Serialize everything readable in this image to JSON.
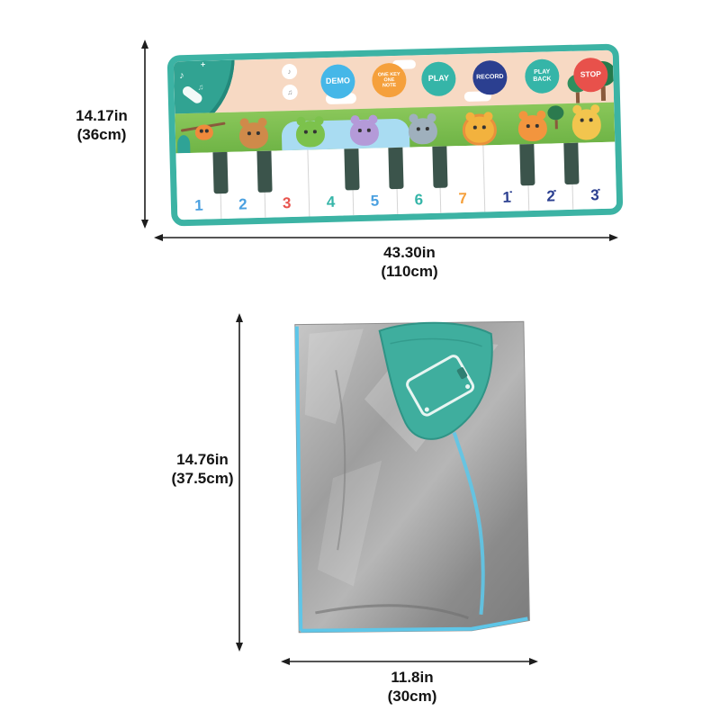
{
  "labels": {
    "mat_height_in": "14.17in",
    "mat_height_cm": "(36cm)",
    "mat_width_in": "43.30in",
    "mat_width_cm": "(110cm)",
    "pack_height_in": "14.76in",
    "pack_height_cm": "(37.5cm)",
    "pack_width_in": "11.8in",
    "pack_width_cm": "(30cm)"
  },
  "mat": {
    "border_color": "#3cb3a4",
    "top_bg": "#f7d9c3",
    "mid_bg": "#7dbf4e",
    "volume_plus": "+",
    "note_icon_1": "♪",
    "note_icon_2": "♫",
    "mini_icon_1": "♪",
    "mini_icon_2": "♫",
    "buttons": [
      {
        "label": "DEMO",
        "color": "#45b7e8"
      },
      {
        "label": "ONE KEY ONE NOTE",
        "color": "#f5a03c"
      },
      {
        "label": "PLAY",
        "color": "#35b5a8"
      },
      {
        "label": "RECORD",
        "color": "#2b3f90"
      },
      {
        "label": "PLAY BACK",
        "color": "#35b5a8"
      },
      {
        "label": "STOP",
        "color": "#e8514b"
      }
    ],
    "keys": [
      {
        "label": "1",
        "color": "#4aa0e0"
      },
      {
        "label": "2",
        "color": "#4aa0e0"
      },
      {
        "label": "3",
        "color": "#e8544e"
      },
      {
        "label": "4",
        "color": "#35b5a8"
      },
      {
        "label": "5",
        "color": "#4aa0e0"
      },
      {
        "label": "6",
        "color": "#35b5a8"
      },
      {
        "label": "7",
        "color": "#f5a03c"
      },
      {
        "label": "1̇",
        "color": "#2b3f90"
      },
      {
        "label": "2̇",
        "color": "#2b3f90"
      },
      {
        "label": "3̇",
        "color": "#2b3f90"
      }
    ],
    "animals": [
      {
        "name": "bird",
        "color": "#f08a3c"
      },
      {
        "name": "monkey",
        "color": "#cf8a4a"
      },
      {
        "name": "frog",
        "color": "#7cc24c"
      },
      {
        "name": "hippo",
        "color": "#b49ad8"
      },
      {
        "name": "elephant",
        "color": "#9fb0bd"
      },
      {
        "name": "lion",
        "color": "#f2b23e"
      },
      {
        "name": "tiger",
        "color": "#f2953e"
      },
      {
        "name": "giraffe",
        "color": "#f2c54e"
      }
    ]
  },
  "package": {
    "bag_color": "#a0a0a0",
    "trim_color": "#5ec6e8",
    "speaker_color": "#3fae9e"
  }
}
